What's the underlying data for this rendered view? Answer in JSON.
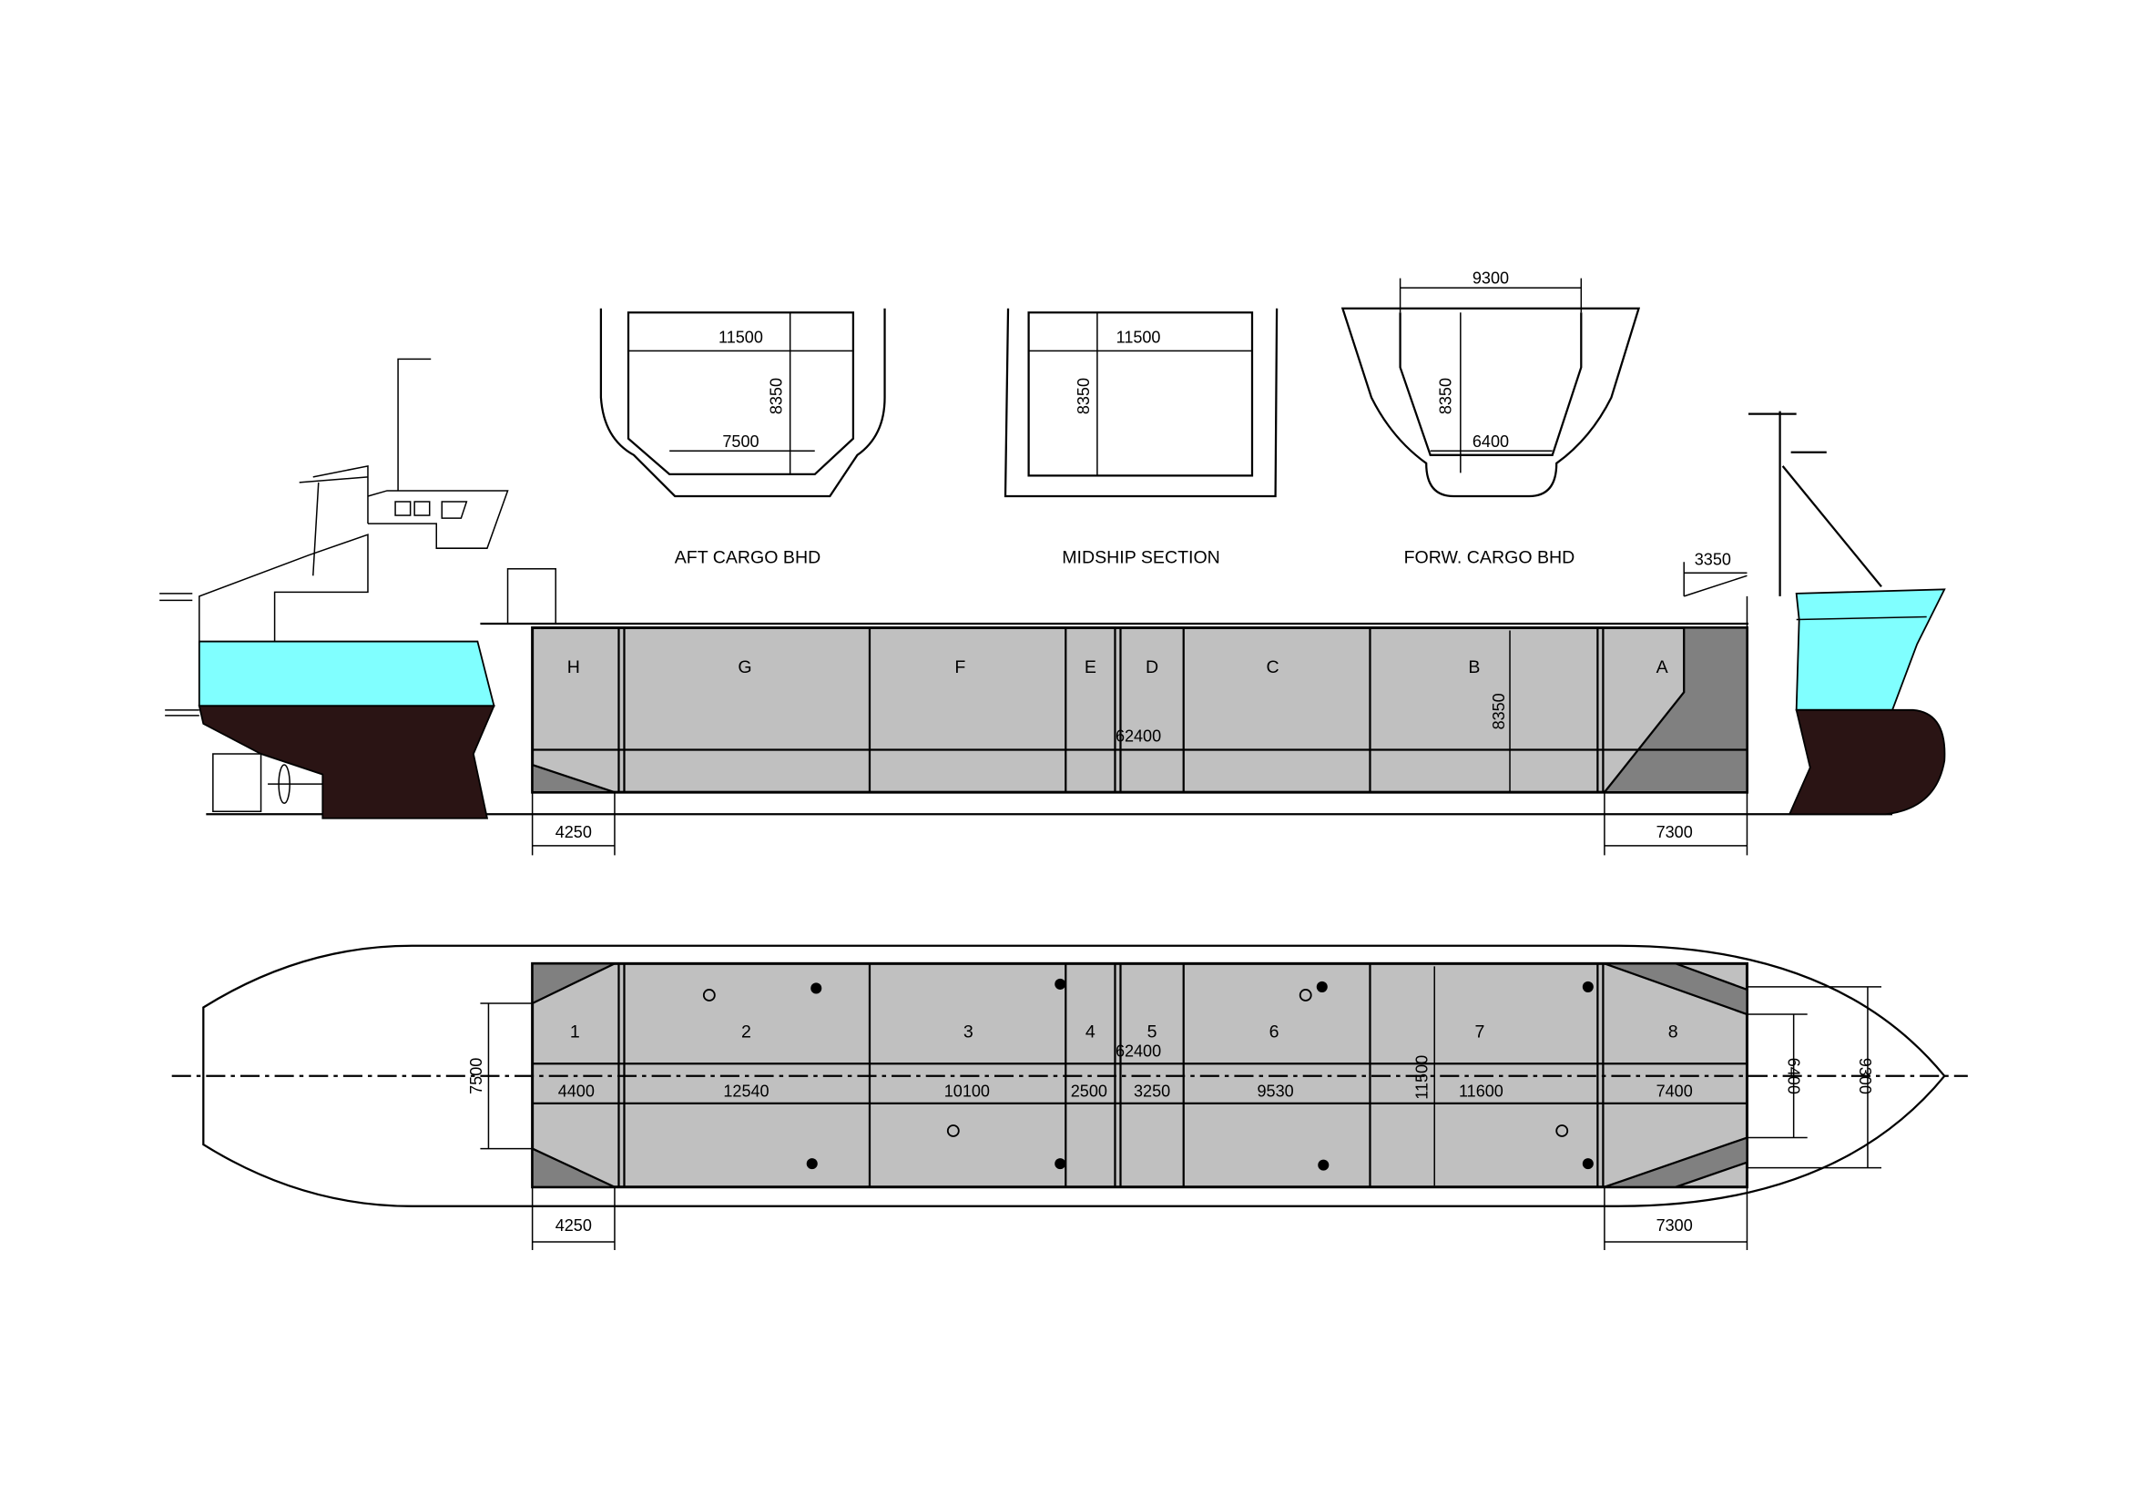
{
  "sections": {
    "aft": {
      "title": "AFT CARGO BHD",
      "width_top": "11500",
      "height": "8350",
      "width_bottom": "7500"
    },
    "mid": {
      "title": "MIDSHIP SECTION",
      "width_top": "11500",
      "height": "8350"
    },
    "forw": {
      "title": "FORW. CARGO BHD",
      "width_top": "9300",
      "height": "8350",
      "width_bottom": "6400"
    }
  },
  "profile": {
    "holds": [
      "H",
      "G",
      "F",
      "E",
      "D",
      "C",
      "B",
      "A"
    ],
    "overall_length": "62400",
    "hold_height": "8350",
    "aft_dim": "4250",
    "fwd_dim": "7300",
    "fwd_top_dim": "3350"
  },
  "plan": {
    "holds": [
      "1",
      "2",
      "3",
      "4",
      "5",
      "6",
      "7",
      "8"
    ],
    "segments": [
      "4400",
      "12540",
      "10100",
      "2500",
      "3250",
      "9530",
      "11600",
      "7400"
    ],
    "overall_length": "62400",
    "breadth": "11500",
    "aft_breadth": "7500",
    "fwd_inner_breadth": "6400",
    "fwd_outer_breadth": "9300",
    "aft_dim": "4250",
    "fwd_dim": "7300"
  },
  "colors": {
    "ballast": "#80ffff",
    "hull": "#2a1414",
    "hold": "#c0c0c0",
    "hold_dark": "#808080"
  }
}
